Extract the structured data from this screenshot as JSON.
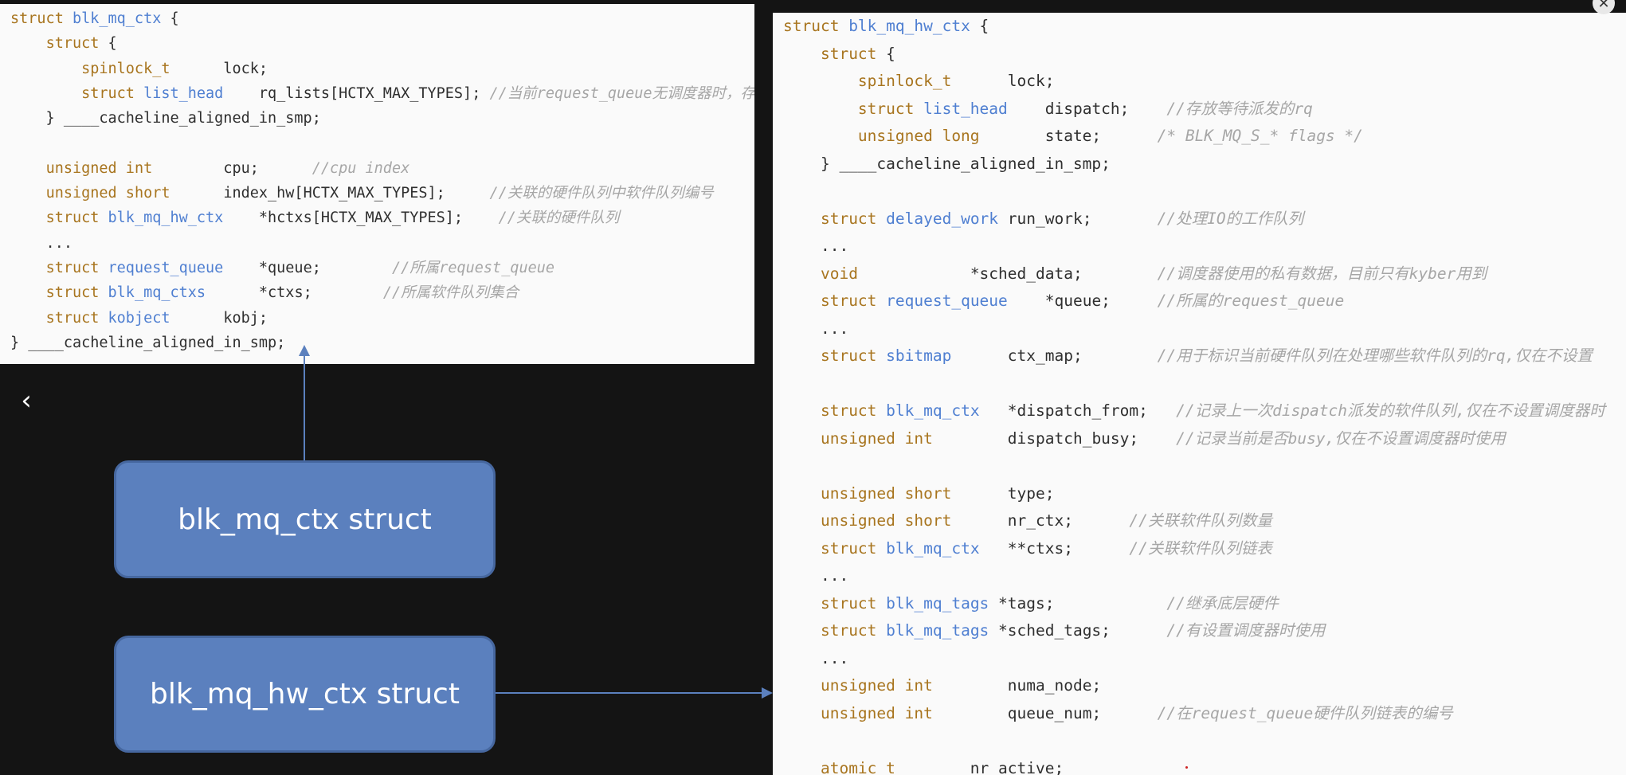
{
  "controls": {
    "back_icon": "chevron-left-icon",
    "back_glyph": "‹",
    "close_icon": "close-icon",
    "close_glyph": "✕"
  },
  "boxes": {
    "ctx_label": "blk_mq_ctx struct",
    "hw_label": "blk_mq_hw_ctx struct",
    "color": "#5b80be",
    "border_color": "#46679f",
    "arrow_color": "#5b80be"
  },
  "left_code": [
    [
      [
        "kw",
        "struct "
      ],
      [
        "ty",
        "blk_mq_ctx"
      ],
      [
        "pl",
        " {"
      ]
    ],
    [
      [
        "pl",
        "    "
      ],
      [
        "kw",
        "struct"
      ],
      [
        "pl",
        " {"
      ]
    ],
    [
      [
        "pl",
        "        "
      ],
      [
        "kw",
        "spinlock_t"
      ],
      [
        "pl",
        "      lock;"
      ]
    ],
    [
      [
        "pl",
        "        "
      ],
      [
        "kw",
        "struct "
      ],
      [
        "ty",
        "list_head"
      ],
      [
        "pl",
        "    rq_lists[HCTX_MAX_TYPES]; "
      ],
      [
        "cm",
        "//当前request_queue无调度器时，存放等待"
      ]
    ],
    [
      [
        "pl",
        "    } ____cacheline_aligned_in_smp;"
      ]
    ],
    [
      [
        "pl",
        ""
      ]
    ],
    [
      [
        "pl",
        "    "
      ],
      [
        "kw",
        "unsigned int"
      ],
      [
        "pl",
        "        cpu;      "
      ],
      [
        "cm",
        "//cpu index"
      ]
    ],
    [
      [
        "pl",
        "    "
      ],
      [
        "kw",
        "unsigned short"
      ],
      [
        "pl",
        "      index_hw[HCTX_MAX_TYPES];     "
      ],
      [
        "cm",
        "//关联的硬件队列中软件队列编号"
      ]
    ],
    [
      [
        "pl",
        "    "
      ],
      [
        "kw",
        "struct "
      ],
      [
        "ty",
        "blk_mq_hw_ctx"
      ],
      [
        "pl",
        "    *hctxs[HCTX_MAX_TYPES];    "
      ],
      [
        "cm",
        "//关联的硬件队列"
      ]
    ],
    [
      [
        "pl",
        "    ..."
      ]
    ],
    [
      [
        "pl",
        "    "
      ],
      [
        "kw",
        "struct "
      ],
      [
        "ty",
        "request_queue"
      ],
      [
        "pl",
        "    *queue;        "
      ],
      [
        "cm",
        "//所属request_queue"
      ]
    ],
    [
      [
        "pl",
        "    "
      ],
      [
        "kw",
        "struct "
      ],
      [
        "ty",
        "blk_mq_ctxs"
      ],
      [
        "pl",
        "      *ctxs;        "
      ],
      [
        "cm",
        "//所属软件队列集合"
      ]
    ],
    [
      [
        "pl",
        "    "
      ],
      [
        "kw",
        "struct "
      ],
      [
        "ty",
        "kobject"
      ],
      [
        "pl",
        "      kobj;"
      ]
    ],
    [
      [
        "pl",
        "} ____cacheline_aligned_in_smp;"
      ]
    ]
  ],
  "right_code": [
    [
      [
        "kw",
        "struct "
      ],
      [
        "ty",
        "blk_mq_hw_ctx"
      ],
      [
        "pl",
        " {"
      ]
    ],
    [
      [
        "pl",
        "    "
      ],
      [
        "kw",
        "struct"
      ],
      [
        "pl",
        " {"
      ]
    ],
    [
      [
        "pl",
        "        "
      ],
      [
        "kw",
        "spinlock_t"
      ],
      [
        "pl",
        "      lock;"
      ]
    ],
    [
      [
        "pl",
        "        "
      ],
      [
        "kw",
        "struct "
      ],
      [
        "ty",
        "list_head"
      ],
      [
        "pl",
        "    dispatch;    "
      ],
      [
        "cm",
        "//存放等待派发的rq"
      ]
    ],
    [
      [
        "pl",
        "        "
      ],
      [
        "kw",
        "unsigned long"
      ],
      [
        "pl",
        "       state;      "
      ],
      [
        "cm",
        "/* BLK_MQ_S_* flags */"
      ]
    ],
    [
      [
        "pl",
        "    } ____cacheline_aligned_in_smp;"
      ]
    ],
    [
      [
        "pl",
        ""
      ]
    ],
    [
      [
        "pl",
        "    "
      ],
      [
        "kw",
        "struct "
      ],
      [
        "ty",
        "delayed_work"
      ],
      [
        "pl",
        " run_work;       "
      ],
      [
        "cm",
        "//处理IO的工作队列"
      ]
    ],
    [
      [
        "pl",
        "    ..."
      ]
    ],
    [
      [
        "pl",
        "    "
      ],
      [
        "kw",
        "void"
      ],
      [
        "pl",
        "            *sched_data;        "
      ],
      [
        "cm",
        "//调度器使用的私有数据，目前只有kyber用到"
      ]
    ],
    [
      [
        "pl",
        "    "
      ],
      [
        "kw",
        "struct "
      ],
      [
        "ty",
        "request_queue"
      ],
      [
        "pl",
        "    *queue;     "
      ],
      [
        "cm",
        "//所属的request_queue"
      ]
    ],
    [
      [
        "pl",
        "    ..."
      ]
    ],
    [
      [
        "pl",
        "    "
      ],
      [
        "kw",
        "struct "
      ],
      [
        "ty",
        "sbitmap"
      ],
      [
        "pl",
        "      ctx_map;        "
      ],
      [
        "cm",
        "//用于标识当前硬件队列在处理哪些软件队列的rq,仅在不设置"
      ]
    ],
    [
      [
        "pl",
        ""
      ]
    ],
    [
      [
        "pl",
        "    "
      ],
      [
        "kw",
        "struct "
      ],
      [
        "ty",
        "blk_mq_ctx"
      ],
      [
        "pl",
        "   *dispatch_from;   "
      ],
      [
        "cm",
        "//记录上一次dispatch派发的软件队列,仅在不设置调度器时"
      ]
    ],
    [
      [
        "pl",
        "    "
      ],
      [
        "kw",
        "unsigned int"
      ],
      [
        "pl",
        "        dispatch_busy;    "
      ],
      [
        "cm",
        "//记录当前是否busy,仅在不设置调度器时使用"
      ]
    ],
    [
      [
        "pl",
        ""
      ]
    ],
    [
      [
        "pl",
        "    "
      ],
      [
        "kw",
        "unsigned short"
      ],
      [
        "pl",
        "      type;"
      ]
    ],
    [
      [
        "pl",
        "    "
      ],
      [
        "kw",
        "unsigned short"
      ],
      [
        "pl",
        "      nr_ctx;      "
      ],
      [
        "cm",
        "//关联软件队列数量"
      ]
    ],
    [
      [
        "pl",
        "    "
      ],
      [
        "kw",
        "struct "
      ],
      [
        "ty",
        "blk_mq_ctx"
      ],
      [
        "pl",
        "   **ctxs;      "
      ],
      [
        "cm",
        "//关联软件队列链表"
      ]
    ],
    [
      [
        "pl",
        "    ..."
      ]
    ],
    [
      [
        "pl",
        "    "
      ],
      [
        "kw",
        "struct "
      ],
      [
        "ty",
        "blk_mq_tags"
      ],
      [
        "pl",
        " *tags;            "
      ],
      [
        "cm",
        "//继承底层硬件"
      ]
    ],
    [
      [
        "pl",
        "    "
      ],
      [
        "kw",
        "struct "
      ],
      [
        "ty",
        "blk_mq_tags"
      ],
      [
        "pl",
        " *sched_tags;      "
      ],
      [
        "cm",
        "//有设置调度器时使用"
      ]
    ],
    [
      [
        "pl",
        "    ..."
      ]
    ],
    [
      [
        "pl",
        "    "
      ],
      [
        "kw",
        "unsigned int"
      ],
      [
        "pl",
        "        numa_node;"
      ]
    ],
    [
      [
        "pl",
        "    "
      ],
      [
        "kw",
        "unsigned int"
      ],
      [
        "pl",
        "        queue_num;      "
      ],
      [
        "cm",
        "//在request_queue硬件队列链表的编号"
      ]
    ],
    [
      [
        "pl",
        ""
      ]
    ],
    [
      [
        "pl",
        "    "
      ],
      [
        "kw",
        "atomic_t"
      ],
      [
        "pl",
        "        nr_active;"
      ]
    ]
  ]
}
